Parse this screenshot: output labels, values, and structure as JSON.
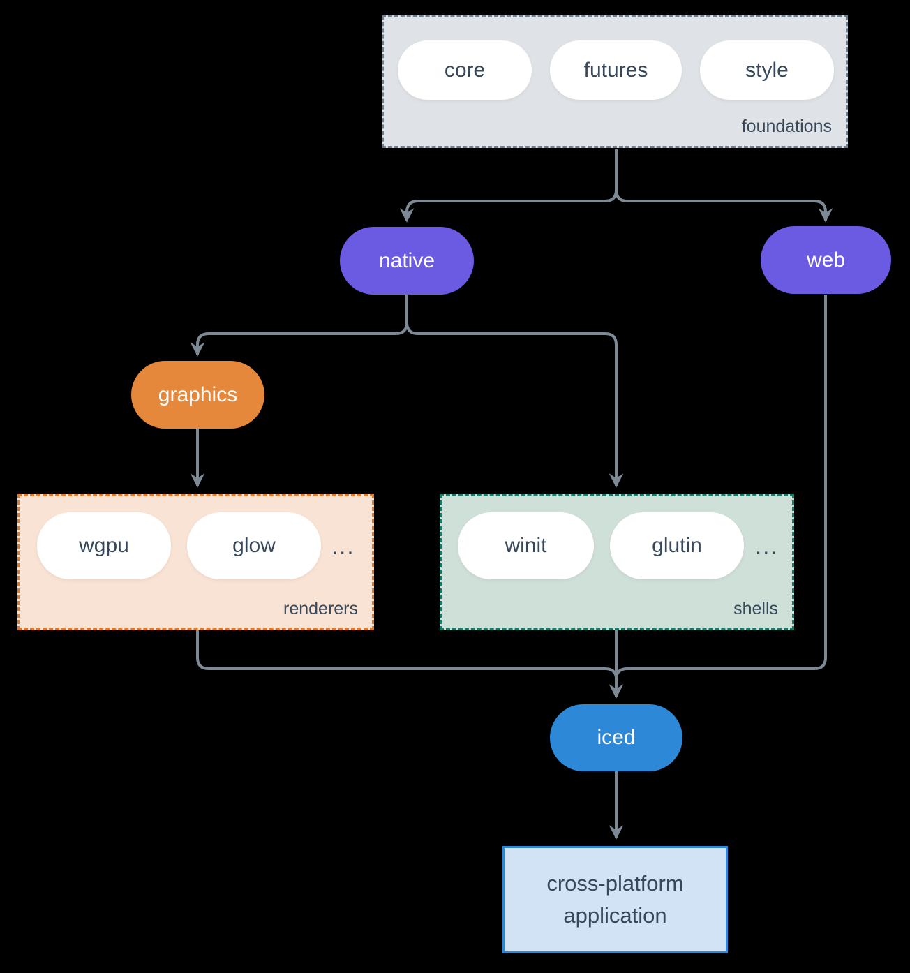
{
  "colors": {
    "background": "#000000",
    "arrow": "#7d8a96",
    "node_purple": "#6a5be2",
    "node_orange": "#e5883b",
    "node_blue": "#2d89d8",
    "pill_bg": "#ffffff",
    "pill_text": "#36485a",
    "foundations_bg": "#dfe3e7",
    "foundations_border": "#6e7e8c",
    "renderers_bg": "#f9e3d5",
    "renderers_border": "#e0792a",
    "shells_bg": "#cfe0d9",
    "shells_border": "#177a68",
    "app_bg": "#d2e3f5",
    "app_border": "#2e86d8"
  },
  "nodes": {
    "foundations": {
      "label": "foundations",
      "pills": [
        "core",
        "futures",
        "style"
      ]
    },
    "native": {
      "label": "native"
    },
    "web": {
      "label": "web"
    },
    "graphics": {
      "label": "graphics"
    },
    "renderers": {
      "label": "renderers",
      "pills": [
        "wgpu",
        "glow"
      ],
      "ellipsis": "..."
    },
    "shells": {
      "label": "shells",
      "pills": [
        "winit",
        "glutin"
      ],
      "ellipsis": "..."
    },
    "iced": {
      "label": "iced"
    },
    "application": {
      "line1": "cross-platform",
      "line2": "application"
    }
  }
}
